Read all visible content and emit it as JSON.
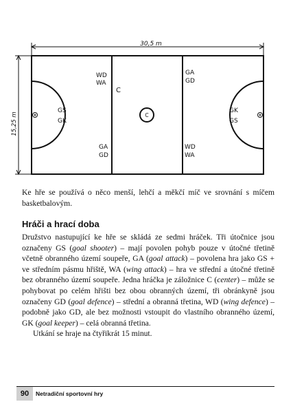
{
  "court": {
    "length_label": "30,5 m",
    "width_label": "15,25 m",
    "centre_label": "C",
    "centre_line_label": "C",
    "left_third": {
      "top": [
        "WD",
        "WA"
      ],
      "circle": [
        "GS",
        "GK"
      ],
      "bottom": [
        "GA",
        "GD"
      ]
    },
    "right_third": {
      "top": [
        "GA",
        "GD"
      ],
      "circle": [
        "GK",
        "GS"
      ],
      "bottom": [
        "WD",
        "WA"
      ]
    }
  },
  "caption": "Ke hře se používá o něco menší, lehčí a měkčí míč ve srovnání s míčem basketbalovým.",
  "section_title": "Hráči a hrací doba",
  "body": {
    "p1": [
      "Družstvo nastupující ke hře se skládá ze sedmi hráček. Tři útočnice jsou označeny GS (",
      "goal shooter",
      ") – mají povolen pohyb pouze v útočné třetině včetně obranného území soupeře, GA (",
      "goal attack",
      ") – povolena hra jako GS + ve středním pásmu hřiště, WA (",
      "wing attack",
      ") – hra ve střední a útočné třetině bez obranného území soupeře. Jedna hráčka je záložnice C (",
      "center",
      ") – může se pohybovat po celém hřišti bez obou obranných území, tři obránkyně jsou označeny GD (",
      "goal defence",
      ") – střední a obranná třetina, WD (",
      "wing defence",
      ") – podobně jako GD, ale bez možnosti vstoupit do vlastního obranného území, GK (",
      "goal keeper",
      ") – celá obranná třetina."
    ],
    "p2": "Utkání se hraje na čtyřikrát 15 minut."
  },
  "footer": {
    "page_number": "90",
    "book_title": "Netradiční sportovní hry"
  }
}
